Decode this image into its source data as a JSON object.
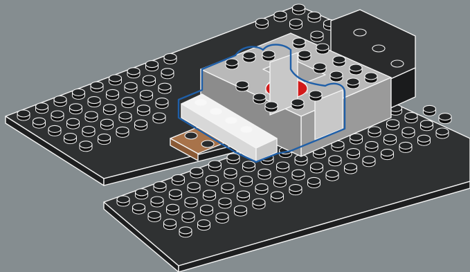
{
  "scene": {
    "background": "#858d90",
    "description_items": [
      "dark-plate-upper",
      "dark-plate-lower",
      "light-grey-brick-assembly",
      "white-tile-plate",
      "tan-plate",
      "red-round-tile"
    ]
  },
  "colors": {
    "dark_plate": "#2f3132",
    "dark_plate_side": "#1d1e1f",
    "dark_stud": "#222425",
    "light_grey_top": "#b9b9b9",
    "light_grey_side": "#9a9a9a",
    "light_grey_dark_side": "#7e7e7e",
    "white": "#f2f2f2",
    "white_side": "#d8d8d8",
    "tan": "#a8734a",
    "tan_side": "#8a5a36",
    "red": "#d21a1a",
    "highlight_outline": "#1f5fa8",
    "edge_line": "#f4f4f4",
    "black_brick": "#2a2b2c"
  }
}
